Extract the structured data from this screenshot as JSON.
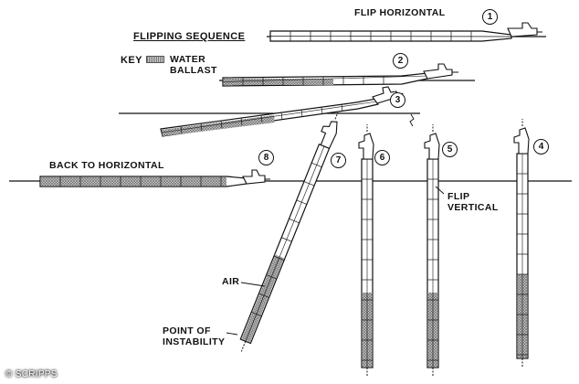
{
  "title": "FLIPPING SEQUENCE",
  "key": {
    "label": "KEY",
    "entry": "WATER BALLAST"
  },
  "labels": {
    "flip_horizontal": "FLIP HORIZONTAL",
    "back_to_horizontal": "BACK TO HORIZONTAL",
    "flip_vertical": "FLIP VERTICAL",
    "air": "AIR",
    "point_of_instability": "POINT OF INSTABILITY"
  },
  "steps": [
    "1",
    "2",
    "3",
    "4",
    "5",
    "6",
    "7",
    "8"
  ],
  "credit": "© SCRIPPS",
  "colors": {
    "ink": "#111111",
    "ballast": "#8a8a8a",
    "background": "#ffffff"
  }
}
